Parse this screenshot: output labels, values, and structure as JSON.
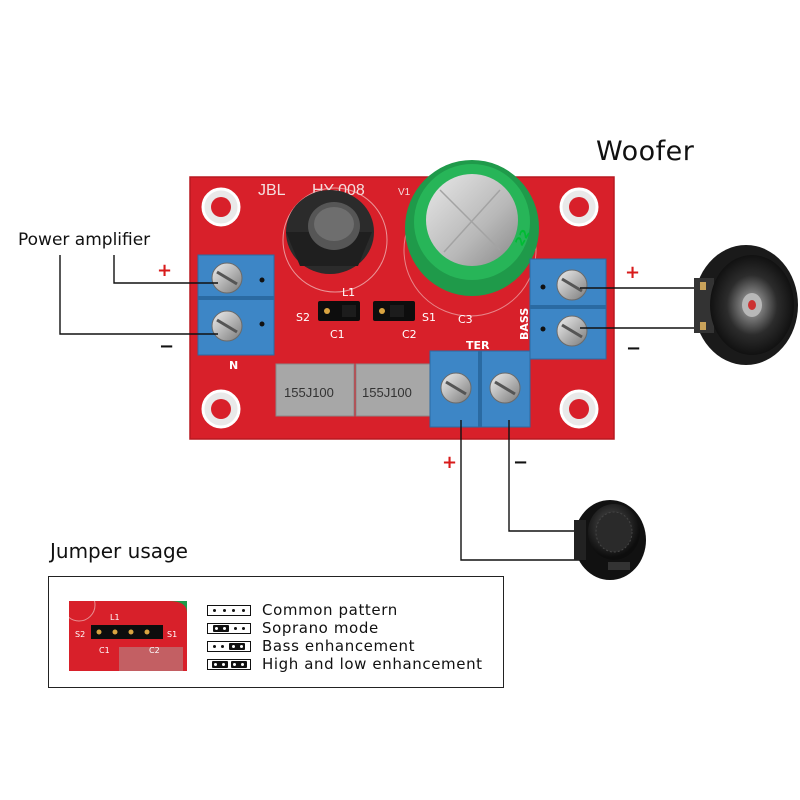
{
  "labels": {
    "woofer": "Woofer",
    "power_amplifier": "Power amplifier",
    "jumper_usage": "Jumper usage",
    "plus": "+",
    "minus": "−"
  },
  "board": {
    "brand": "JBL",
    "model": "HY-008",
    "version": "V1",
    "silkscreen": {
      "l1": "L1",
      "s1": "S1",
      "s2": "S2",
      "c1": "C1",
      "c2": "C2",
      "c3": "C3",
      "bass": "BASS",
      "ter": "TER",
      "n": "N"
    },
    "capacitor_marking": "155J100",
    "electrolytic_marking": "22"
  },
  "legend": {
    "items": [
      {
        "label": "Common pattern",
        "caps": "none"
      },
      {
        "label": "Soprano mode",
        "caps": "left"
      },
      {
        "label": "Bass enhancement",
        "caps": "right"
      },
      {
        "label": "High and low enhancement",
        "caps": "both"
      }
    ]
  },
  "colors": {
    "pcb": "#d8202a",
    "terminal": "#3d86c6",
    "capacitor_green": "#1f9a4a",
    "polarity_plus": "#d81b1b"
  }
}
